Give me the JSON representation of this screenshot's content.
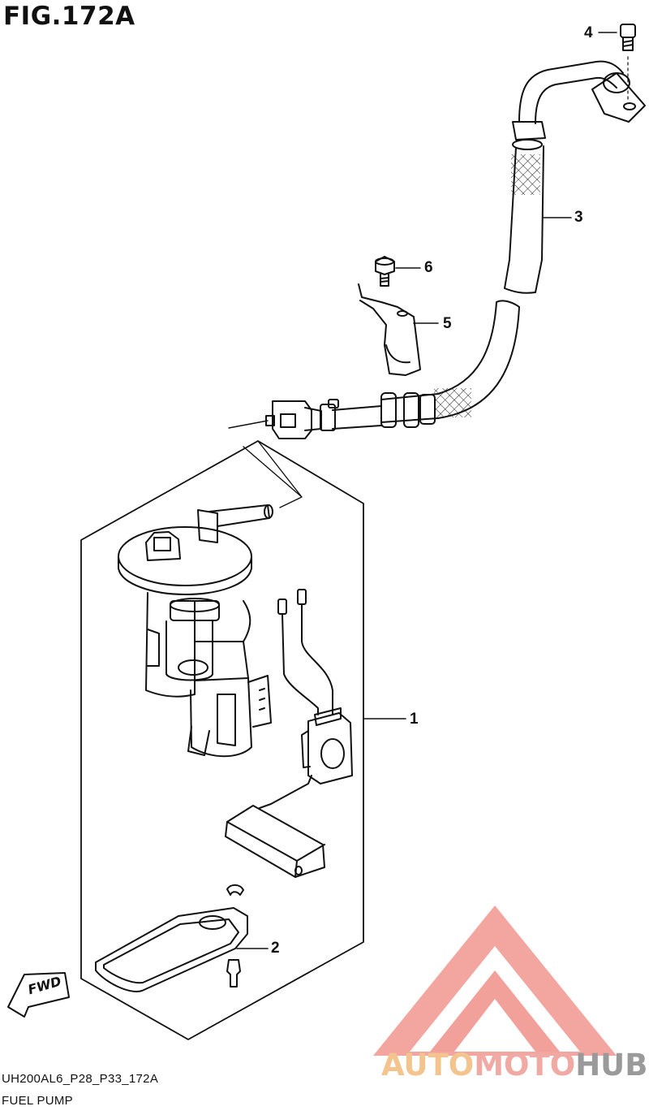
{
  "figure": {
    "title": "FIG.172A",
    "code": "UH200AL6_P28_P33_172A",
    "name": "FUEL PUMP"
  },
  "callouts": [
    "1",
    "2",
    "3",
    "4",
    "5",
    "6"
  ],
  "direction_badge": "FWD",
  "watermark": {
    "part1": "AUTO",
    "part2": "MOTO",
    "part3": "HUB",
    "colors": {
      "auto": "#f4c48f",
      "moto": "#f0a9a3",
      "hub": "#9a9a9a",
      "logo": "#f2a09a"
    }
  }
}
